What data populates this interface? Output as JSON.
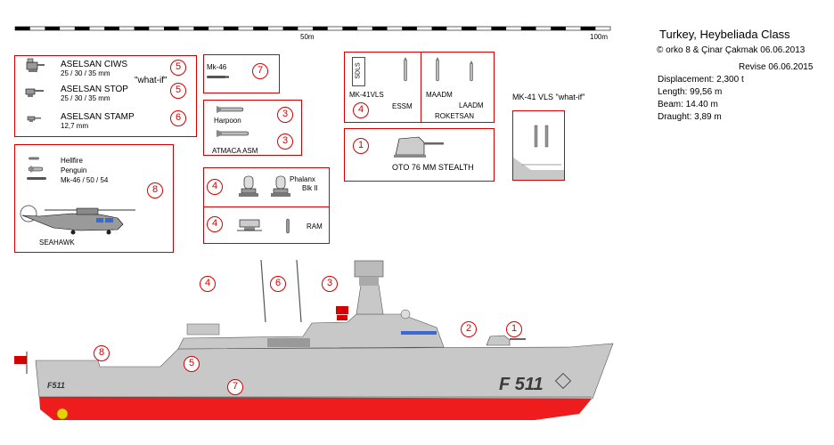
{
  "title": "Turkey, Heybeliada Class",
  "credit": "© orko 8 & Çinar Çakmak 06.06.2013",
  "revise": "Revise 06.06.2015",
  "specs": {
    "displacement": "Displacement: 2,300 t",
    "length": "Length: 99,56 m",
    "beam": "Beam: 14.40 m",
    "draught": "Draught: 3,89 m"
  },
  "scale": {
    "mid": "50m",
    "end": "100m"
  },
  "guns_box": {
    "ciws": "ASELSAN CIWS",
    "ciws_cal": "25 / 30 / 35 mm",
    "whatif": "\"what-if\"",
    "stop": "ASELSAN STOP",
    "stop_cal": "25 / 30 / 35 mm",
    "stamp": "ASELSAN STAMP",
    "stamp_cal": "12,7 mm",
    "n1": "5",
    "n2": "5",
    "n3": "6"
  },
  "mk46_box": {
    "label": "Mk-46",
    "n": "7"
  },
  "missiles_box": {
    "harpoon": "Harpoon",
    "atmaca": "ATMACA ASM",
    "n1": "3",
    "n2": "3"
  },
  "helo_box": {
    "hellfire": "Hellfire",
    "penguin": "Penguin",
    "mk46": "Mk-46 / 50 / 54",
    "seahawk": "SEAHAWK",
    "n": "8"
  },
  "phalanx_box": {
    "label1": "Phalanx",
    "label2": "Blk II",
    "n": "4"
  },
  "ram_box": {
    "label": "RAM",
    "n": "4"
  },
  "vls_box": {
    "sdls": "SDLS",
    "mk41": "MK-41VLS",
    "essm": "ESSM",
    "n": "4",
    "maadm": "MAADM",
    "laadm": "LAADM",
    "roketsan": "ROKETSAN"
  },
  "oto_box": {
    "label": "OTO 76 MM STEALTH",
    "n": "1"
  },
  "mk41_whatif": "MK-41 VLS \"what-if\"",
  "ship": {
    "hull_number": "F 511",
    "stern_number": "F511",
    "callouts": [
      "4",
      "6",
      "3",
      "2",
      "1",
      "8",
      "5",
      "7"
    ],
    "colors": {
      "hull_gray": "#c8c8c8",
      "antifouling": "#ee1c1c",
      "accent_red": "#d40000"
    }
  }
}
